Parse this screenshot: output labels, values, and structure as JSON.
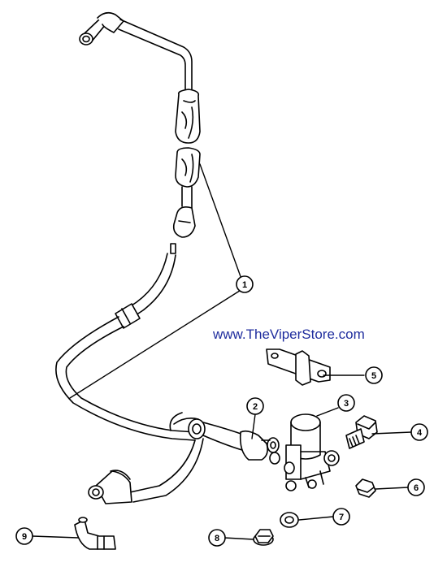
{
  "watermark": "www.TheViperStore.com",
  "callouts": [
    {
      "id": "1",
      "label": "1"
    },
    {
      "id": "2",
      "label": "2"
    },
    {
      "id": "3",
      "label": "3"
    },
    {
      "id": "4",
      "label": "4"
    },
    {
      "id": "5",
      "label": "5"
    },
    {
      "id": "6",
      "label": "6"
    },
    {
      "id": "7",
      "label": "7"
    },
    {
      "id": "8",
      "label": "8"
    },
    {
      "id": "9",
      "label": "9"
    }
  ],
  "colors": {
    "line": "#000000",
    "watermark": "#1f2d9e",
    "background": "#ffffff"
  }
}
